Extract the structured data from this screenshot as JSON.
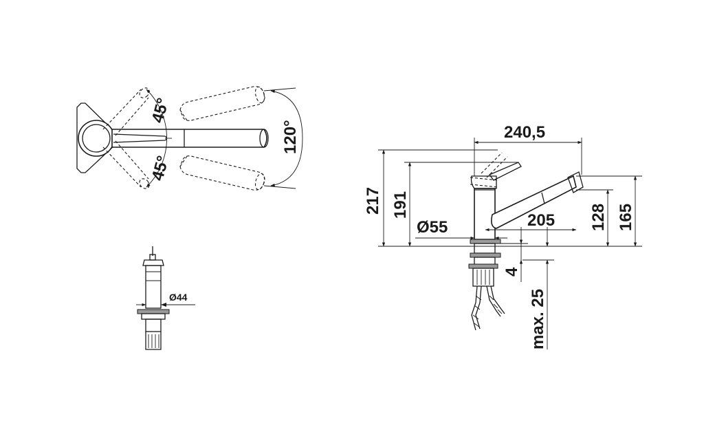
{
  "top_view": {
    "angle_upper": "45°",
    "angle_lower": "45°",
    "angle_total": "120°"
  },
  "base_view": {
    "diameter": "Ø44"
  },
  "side_view": {
    "width_total": "240,5",
    "height_total": "217",
    "height_body": "191",
    "diameter_body": "Ø55",
    "reach_spout": "205",
    "height_spout": "128",
    "height_outlet": "165",
    "thickness_min": "4",
    "thickness_max": "max. 25"
  },
  "colors": {
    "line": "#1a1a1a",
    "fill_gray": "#9a9a9a",
    "background": "#ffffff"
  }
}
